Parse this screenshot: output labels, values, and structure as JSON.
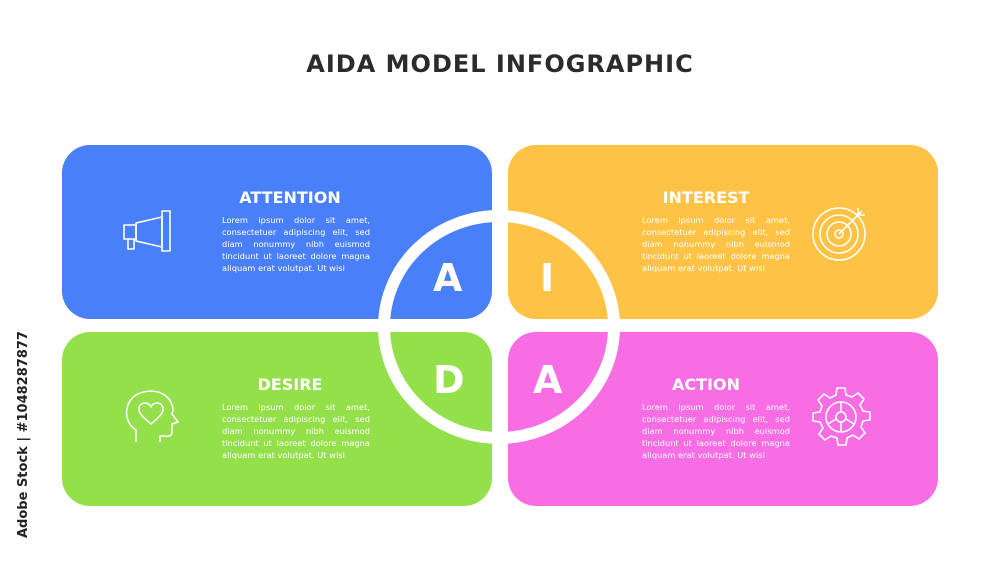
{
  "title": "AIDA MODEL INFOGRAPHIC",
  "cards": {
    "attention": {
      "label": "ATTENTION",
      "letter": "A",
      "color": "#4a7ffa",
      "icon": "megaphone-icon",
      "text": "Lorem ipsum dolor sit amet, consectetuer adipiscing elit, sed diam nonummy nibh euismod tincidunt ut laoreet dolore magna aliquam erat volutpat. Ut wisi"
    },
    "interest": {
      "label": "INTEREST",
      "letter": "I",
      "color": "#fec245",
      "icon": "target-icon",
      "text": "Lorem ipsum dolor sit amet, consectetuer adipiscing elit, sed diam nonummy nibh euismod tincidunt ut laoreet dolore magna aliquam erat volutpat. Ut wisi"
    },
    "desire": {
      "label": "DESIRE",
      "letter": "D",
      "color": "#94e04a",
      "icon": "head-heart-icon",
      "text": "Lorem ipsum dolor sit amet, consectetuer adipiscing elit, sed diam nonummy nibh euismod tincidunt ut laoreet dolore magna aliquam erat volutpat. Ut wisi"
    },
    "action": {
      "label": "ACTION",
      "letter": "A",
      "color": "#f86de4",
      "icon": "gear-icon",
      "text": "Lorem ipsum dolor sit amet, consectetuer adipiscing elit, sed diam nonummy nibh euismod tincidunt ut laoreet dolore magna aliquam erat volutpat. Ut wisi"
    }
  },
  "stock_id": "Adobe Stock | #1048287877"
}
